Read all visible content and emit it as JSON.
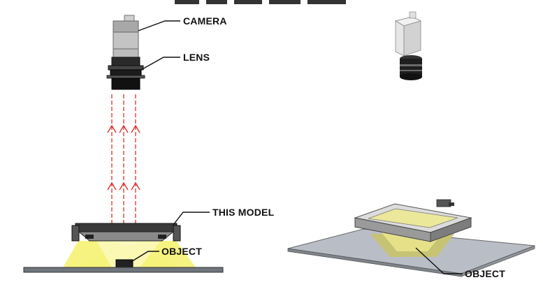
{
  "labels": {
    "camera": "CAMERA",
    "lens": "LENS",
    "this_model": "THIS MODEL",
    "object_left": "OBJECT",
    "object_right": "OBJECT"
  },
  "colors": {
    "light_beam": "#f6f27a",
    "ray": "#e03030",
    "camera_body": "#b8b8b8",
    "lens_body": "#1a1a1a",
    "base_plate": "#9aa0a8",
    "ring_light": "#2a2a2a"
  }
}
